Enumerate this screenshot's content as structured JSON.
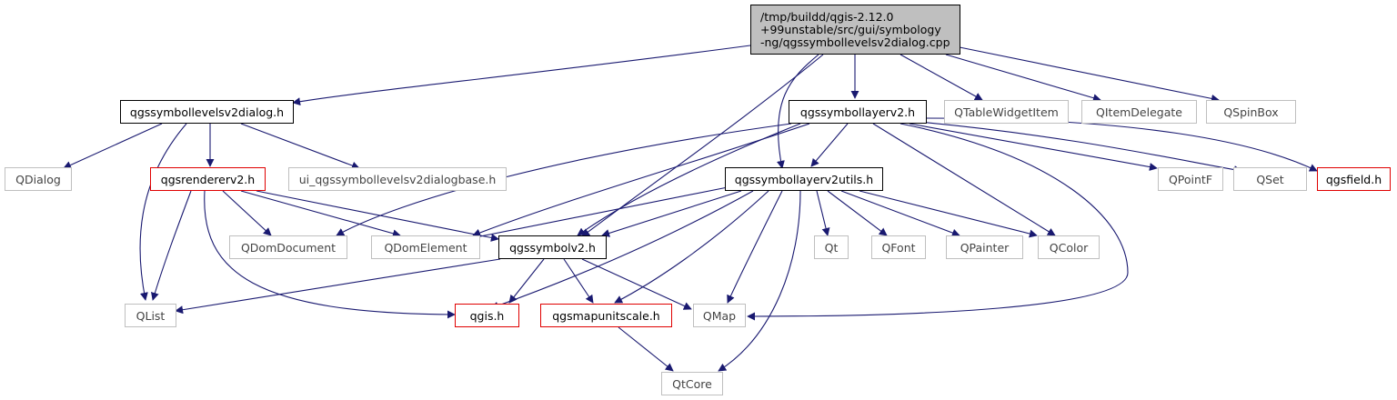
{
  "colors": {
    "edge": "#191970",
    "black_border": "#000000",
    "gray_border": "#bfbfbf",
    "red_border": "#e00000",
    "root_fill": "#bfbfbf"
  },
  "nodes": {
    "root": {
      "lines": [
        "/tmp/buildd/qgis-2.12.0",
        "+99unstable/src/gui/symbology",
        "-ng/qgssymbollevelsv2dialog.cpp"
      ]
    },
    "dialog_h": "qgssymbollevelsv2dialog.h",
    "layerv2_h": "qgssymbollayerv2.h",
    "qtablewidgetitem": "QTableWidgetItem",
    "qitemdelegate": "QItemDelegate",
    "qspinbox": "QSpinBox",
    "qdialog": "QDialog",
    "rendererv2_h": "qgsrendererv2.h",
    "ui_base": "ui_qgssymbollevelsv2dialogbase.h",
    "layerv2utils_h": "qgssymbollayerv2utils.h",
    "qpointf": "QPointF",
    "qset": "QSet",
    "qgsfield_h": "qgsfield.h",
    "qdomdocument": "QDomDocument",
    "qdomelement": "QDomElement",
    "symbolv2_h": "qgssymbolv2.h",
    "qt": "Qt",
    "qfont": "QFont",
    "qpainter": "QPainter",
    "qcolor": "QColor",
    "qlist": "QList",
    "qgis_h": "qgis.h",
    "qgsmapunitscale_h": "qgsmapunitscale.h",
    "qmap": "QMap",
    "qtcore": "QtCore"
  }
}
